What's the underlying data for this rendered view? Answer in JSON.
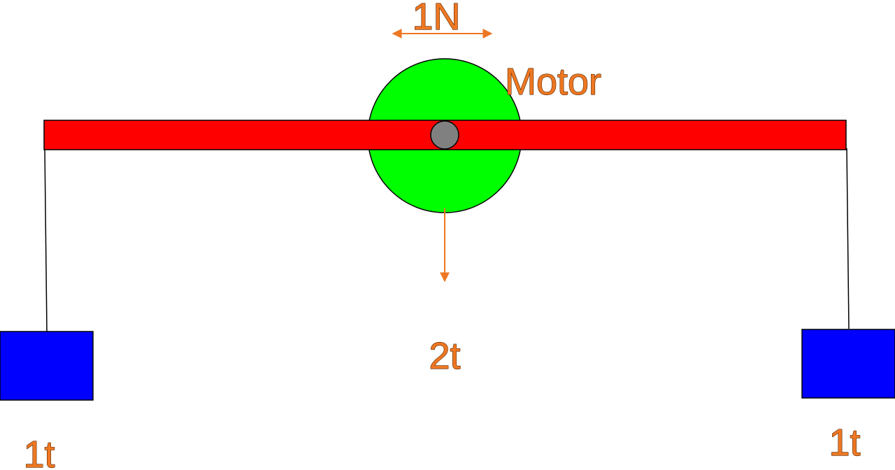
{
  "labels": {
    "force": "1N",
    "motor": "Motor",
    "center_mass": "2t",
    "left_mass": "1t",
    "right_mass": "1t"
  },
  "colors": {
    "beam": "#ff0000",
    "motor": "#00ff00",
    "axle": "#808080",
    "mass": "#0000ff",
    "annotation": "#ee7722",
    "annotation_outline": "#5a2800",
    "outline": "#000000"
  }
}
